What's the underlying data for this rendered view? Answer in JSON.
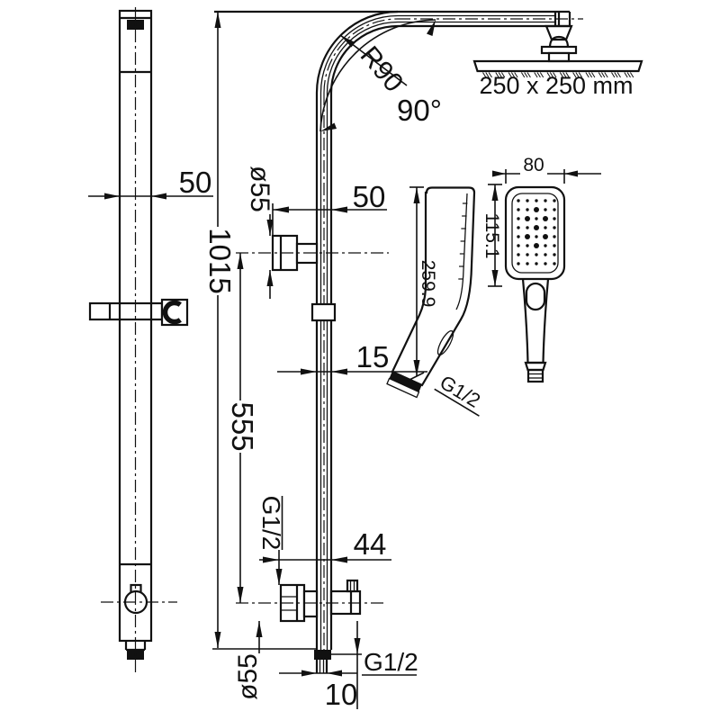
{
  "drawing": {
    "slide_rail": {
      "width": "50"
    },
    "riser": {
      "overall_height": "1015",
      "bend_radius": "R90",
      "bend_angle": "90°",
      "pipe_width": "15",
      "bracket_spacing": "555"
    },
    "upper_bracket": {
      "diameter": "ø55",
      "wall_offset": "50"
    },
    "overhead_shower": {
      "size": "250 x 250 mm"
    },
    "diverter": {
      "inlet_thread": "G1/2",
      "wall_offset": "44",
      "flange_diameter": "ø55",
      "outlet_thread": "G1/2",
      "outlet_width": "10"
    },
    "hand_shower": {
      "head_width": "80",
      "face_length": "115.1",
      "overall_length": "259.9",
      "thread": "G1/2"
    }
  }
}
